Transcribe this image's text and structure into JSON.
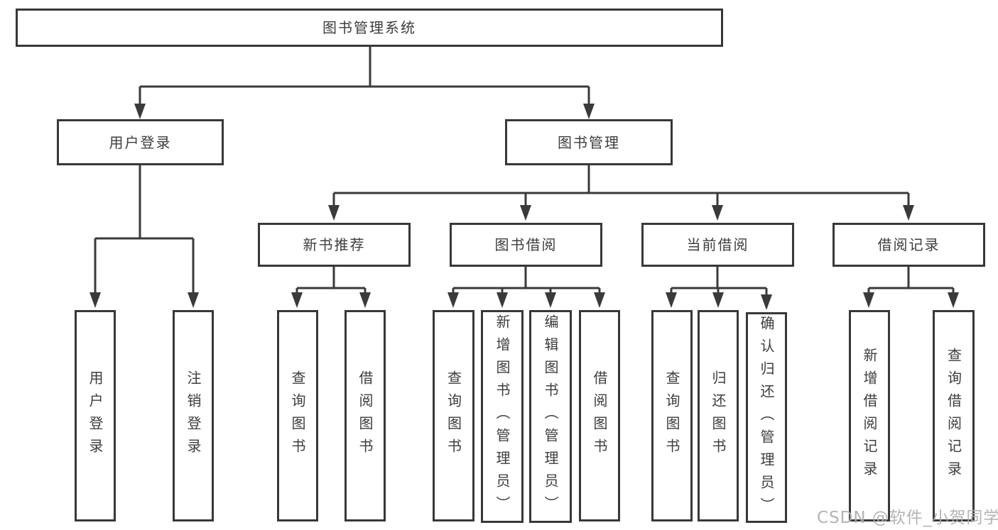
{
  "nodes": {
    "root": "图书管理系统",
    "user_login": "用户登录",
    "book_mgmt": "图书管理",
    "new_book": "新书推荐",
    "book_borrow": "图书借阅",
    "current_borrow": "当前借阅",
    "borrow_record": "借阅记录",
    "leaf_user_login": "用户登录",
    "leaf_logout": "注销登录",
    "leaf_nb_query": "查询图书",
    "leaf_nb_borrow": "借阅图书",
    "leaf_bb_query": "查询图书",
    "leaf_bb_add": "新增图书（管理员）",
    "leaf_bb_edit": "编辑图书（管理员）",
    "leaf_bb_borrow": "借阅图书",
    "leaf_cb_query": "查询图书",
    "leaf_cb_return": "归还图书",
    "leaf_cb_confirm": "确认归还（管理员）",
    "leaf_br_add": "新增借阅记录",
    "leaf_br_query": "查询借阅记录"
  },
  "watermark": "CSDN @软件_小贺同学",
  "colors": {
    "line": "#3a3a3a",
    "border": "#383838",
    "text": "#3d3d3d",
    "box_bg": "#ffffff",
    "watermark": "#aeaeae"
  }
}
